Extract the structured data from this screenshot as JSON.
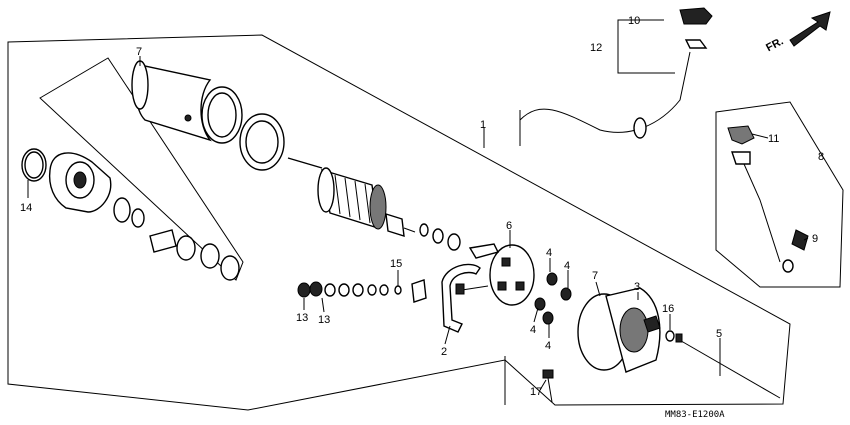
{
  "diagram": {
    "callouts": [
      {
        "id": "c7a",
        "text": "7"
      },
      {
        "id": "c1",
        "text": "1"
      },
      {
        "id": "c14",
        "text": "14"
      },
      {
        "id": "c10",
        "text": "10"
      },
      {
        "id": "c12",
        "text": "12"
      },
      {
        "id": "c11",
        "text": "11"
      },
      {
        "id": "c8",
        "text": "8"
      },
      {
        "id": "c9",
        "text": "9"
      },
      {
        "id": "c6",
        "text": "6"
      },
      {
        "id": "c4a",
        "text": "4"
      },
      {
        "id": "c4b",
        "text": "4"
      },
      {
        "id": "c4c",
        "text": "4"
      },
      {
        "id": "c4d",
        "text": "4"
      },
      {
        "id": "c7b",
        "text": "7"
      },
      {
        "id": "c3",
        "text": "3"
      },
      {
        "id": "c15",
        "text": "15"
      },
      {
        "id": "c13a",
        "text": "13"
      },
      {
        "id": "c13b",
        "text": "13"
      },
      {
        "id": "c2",
        "text": "2"
      },
      {
        "id": "c16",
        "text": "16"
      },
      {
        "id": "c5",
        "text": "5"
      },
      {
        "id": "c17",
        "text": "17"
      }
    ],
    "direction_label": "FR.",
    "drawing_code": "MM83-E1200A"
  }
}
